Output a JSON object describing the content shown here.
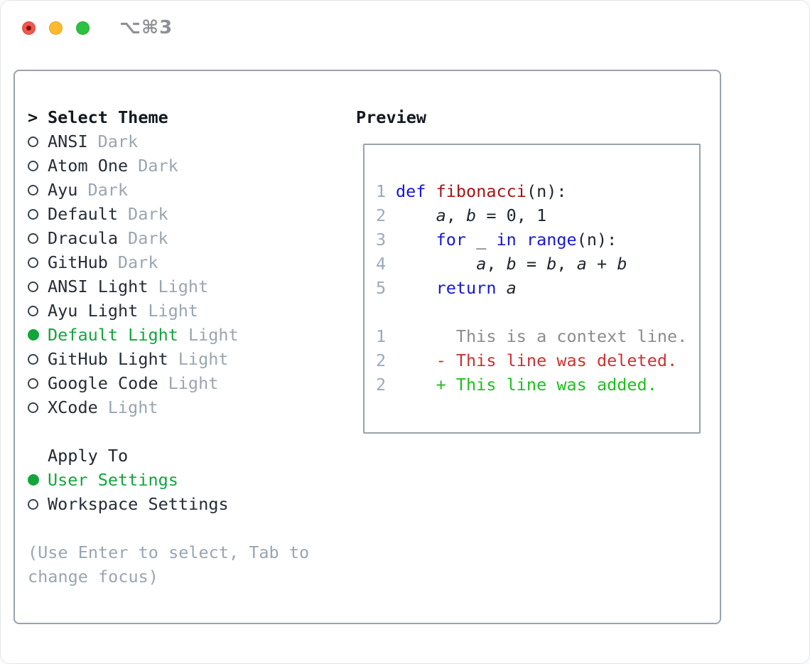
{
  "window": {
    "titlebar_shortcut": "⌥⌘3"
  },
  "traffic_lights": [
    {
      "name": "close",
      "color": "#f2564d"
    },
    {
      "name": "minimize",
      "color": "#fcbb2d"
    },
    {
      "name": "zoom",
      "color": "#2bc23e"
    }
  ],
  "theme_selector": {
    "cursor": ">",
    "title": "Select Theme",
    "items": [
      {
        "name": "ANSI",
        "variant": "Dark",
        "selected": false
      },
      {
        "name": "Atom One",
        "variant": "Dark",
        "selected": false
      },
      {
        "name": "Ayu",
        "variant": "Dark",
        "selected": false
      },
      {
        "name": "Default",
        "variant": "Dark",
        "selected": false
      },
      {
        "name": "Dracula",
        "variant": "Dark",
        "selected": false
      },
      {
        "name": "GitHub",
        "variant": "Dark",
        "selected": false
      },
      {
        "name": "ANSI Light",
        "variant": "Light",
        "selected": false
      },
      {
        "name": "Ayu Light",
        "variant": "Light",
        "selected": false
      },
      {
        "name": "Default Light",
        "variant": "Light",
        "selected": true
      },
      {
        "name": "GitHub Light",
        "variant": "Light",
        "selected": false
      },
      {
        "name": "Google Code",
        "variant": "Light",
        "selected": false
      },
      {
        "name": "XCode",
        "variant": "Light",
        "selected": false
      }
    ],
    "apply_to": {
      "title": "Apply To",
      "options": [
        {
          "label": "User Settings",
          "selected": true
        },
        {
          "label": "Workspace Settings",
          "selected": false
        }
      ]
    },
    "hint": "(Use Enter to select, Tab to change focus)"
  },
  "preview": {
    "title": "Preview",
    "lines": [
      {
        "num": "1",
        "tokens": [
          [
            "kw",
            "def"
          ],
          [
            "pl",
            " "
          ],
          [
            "fn",
            "fibonacci"
          ],
          [
            "pl",
            "(n):"
          ]
        ]
      },
      {
        "num": "2",
        "tokens": [
          [
            "pl",
            "    "
          ],
          [
            "var",
            "a"
          ],
          [
            "pl",
            ", "
          ],
          [
            "var",
            "b"
          ],
          [
            "pl",
            " = 0, 1"
          ]
        ]
      },
      {
        "num": "3",
        "tokens": [
          [
            "pl",
            "    "
          ],
          [
            "kw",
            "for"
          ],
          [
            "pl",
            " _ "
          ],
          [
            "kw",
            "in"
          ],
          [
            "pl",
            " "
          ],
          [
            "kw",
            "range"
          ],
          [
            "pl",
            "(n):"
          ]
        ]
      },
      {
        "num": "4",
        "tokens": [
          [
            "pl",
            "        "
          ],
          [
            "var",
            "a"
          ],
          [
            "pl",
            ", "
          ],
          [
            "var",
            "b"
          ],
          [
            "pl",
            " = "
          ],
          [
            "var",
            "b"
          ],
          [
            "pl",
            ", "
          ],
          [
            "var",
            "a"
          ],
          [
            "pl",
            " + "
          ],
          [
            "var",
            "b"
          ]
        ]
      },
      {
        "num": "5",
        "tokens": [
          [
            "pl",
            "    "
          ],
          [
            "kw",
            "return"
          ],
          [
            "pl",
            " "
          ],
          [
            "var",
            "a"
          ]
        ]
      },
      {
        "num": "",
        "tokens": []
      },
      {
        "num": "1",
        "tokens": [
          [
            "ctx",
            "      This is a context line."
          ]
        ]
      },
      {
        "num": "2",
        "tokens": [
          [
            "del",
            "    - This line was deleted."
          ]
        ]
      },
      {
        "num": "2",
        "tokens": [
          [
            "add",
            "    + This line was added."
          ]
        ]
      }
    ]
  },
  "colors": {
    "selected_green": "#13a53c",
    "added_green": "#1cc11c",
    "deleted_red": "#cd3131",
    "keyword_blue": "#1717d6",
    "function_red": "#a31515",
    "muted_gray": "#9aa5b1",
    "line_number_gray": "#9aaab8",
    "context_gray": "#8c8c8c",
    "text_dark": "#20262e",
    "border_gray": "#99a2ac"
  }
}
